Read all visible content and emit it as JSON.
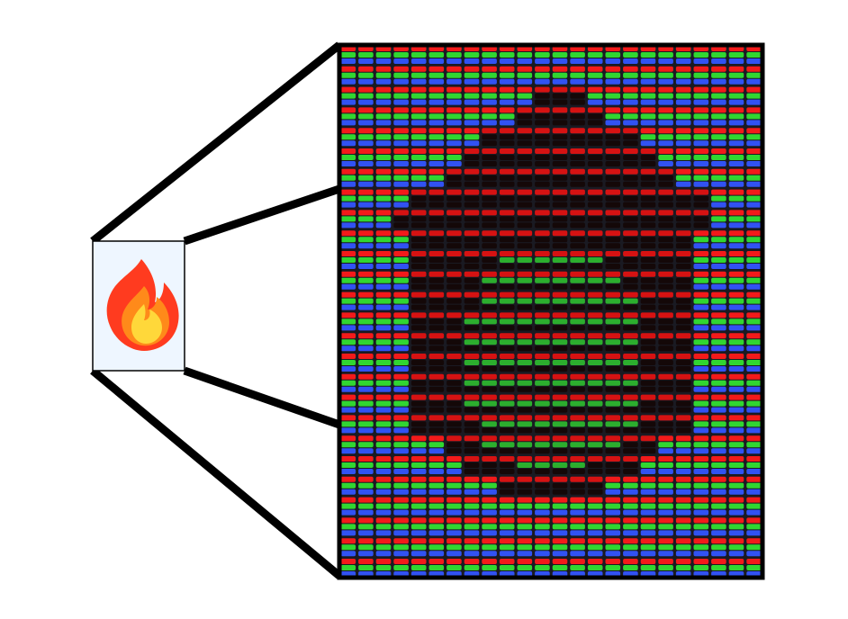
{
  "figure": {
    "subject": "flame-emoji",
    "description_items": {
      "thumbnail": "emoji-thumbnail",
      "magnified": "subpixel-magnified-view"
    },
    "colors": {
      "background": "#ffffff",
      "frame": "#000000",
      "subpixel_red": "#ff1a1a",
      "subpixel_green": "#33e033",
      "subpixel_blue": "#3355ff",
      "flame_outer": "#ff3b1f",
      "flame_mid": "#ff8a1a",
      "flame_inner": "#ffd83a",
      "thumb_background": "#eef6ff"
    },
    "icons": [
      "flame-icon"
    ]
  }
}
